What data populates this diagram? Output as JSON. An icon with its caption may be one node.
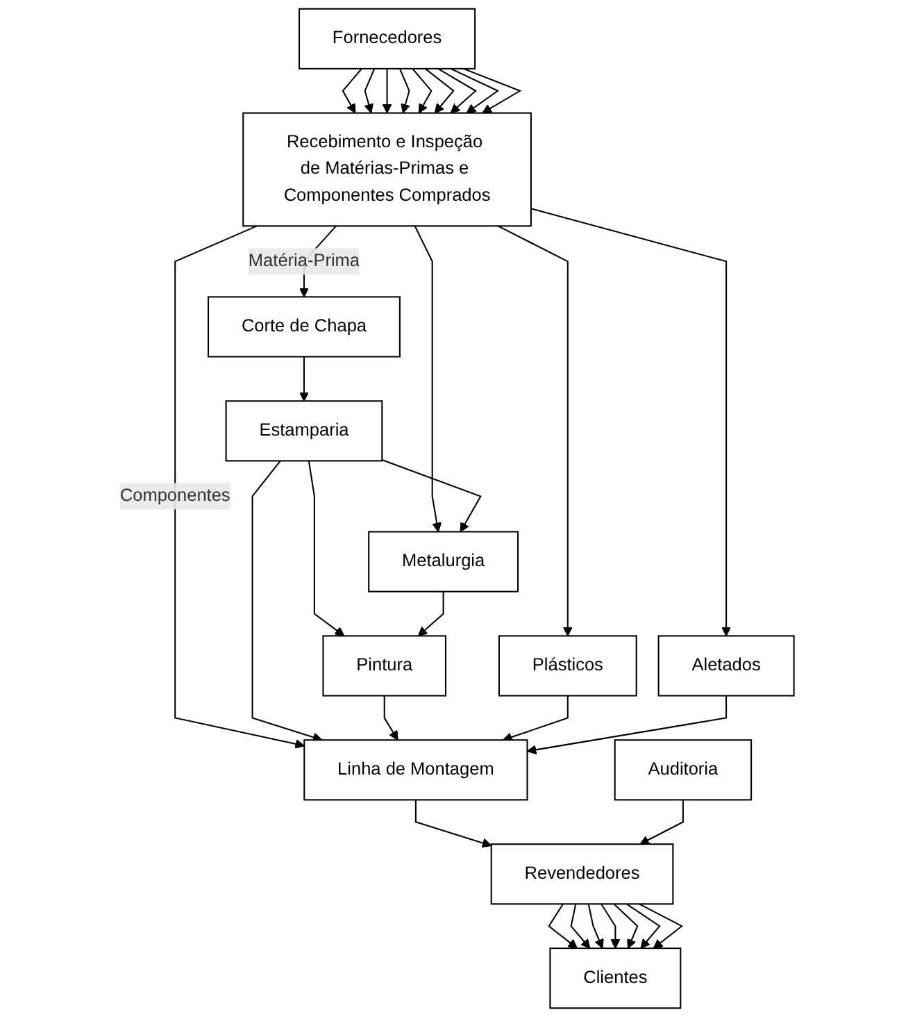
{
  "diagram": {
    "nodes": [
      {
        "text": [
          "Fornecedores"
        ]
      },
      {
        "text": [
          "Recebimento e Inspeção de Matérias-Primas e Componentes Comprados"
        ]
      },
      {
        "text": [
          "Corte de Chapa"
        ]
      },
      {
        "text": [
          "Estamparia"
        ]
      },
      {
        "text": [
          "Metalurgia"
        ]
      },
      {
        "text": [
          "Pintura"
        ]
      },
      {
        "text": [
          "Plásticos"
        ]
      },
      {
        "text": [
          "Aletados"
        ]
      },
      {
        "text": [
          "Linha de Montagem"
        ]
      },
      {
        "text": [
          "Auditoria"
        ]
      },
      {
        "text": [
          "Revendedores"
        ]
      },
      {
        "text": [
          "Clientes"
        ]
      }
    ],
    "edges": [
      {
        "from": 0,
        "to": 1,
        "arrow": "to"
      },
      {
        "from": 0,
        "to": 1,
        "arrow": "to"
      },
      {
        "from": 0,
        "to": 1,
        "arrow": "to"
      },
      {
        "from": 0,
        "to": 1,
        "arrow": "to"
      },
      {
        "from": 0,
        "to": 1,
        "arrow": "to"
      },
      {
        "from": 0,
        "to": 1,
        "arrow": "to"
      },
      {
        "from": 0,
        "to": 1,
        "arrow": "to"
      },
      {
        "from": 0,
        "to": 1,
        "arrow": "to"
      },
      {
        "from": 0,
        "to": 1,
        "arrow": "to"
      },
      {
        "from": 1,
        "to": 2,
        "arrow": "to",
        "label": "Matéria-Prima"
      },
      {
        "from": 1,
        "to": 4,
        "arrow": "to"
      },
      {
        "from": 1,
        "to": 6,
        "arrow": "to"
      },
      {
        "from": 1,
        "to": 7,
        "arrow": "to"
      },
      {
        "from": 1,
        "to": 8,
        "arrow": "to",
        "label": "Componentes"
      },
      {
        "from": 2,
        "to": 3,
        "arrow": "to"
      },
      {
        "from": 3,
        "to": 4,
        "arrow": "to"
      },
      {
        "from": 3,
        "to": 5,
        "arrow": "to"
      },
      {
        "from": 3,
        "to": 8,
        "arrow": "to"
      },
      {
        "from": 4,
        "to": 5,
        "arrow": "to"
      },
      {
        "from": 5,
        "to": 8,
        "arrow": "to"
      },
      {
        "from": 6,
        "to": 8,
        "arrow": "to"
      },
      {
        "from": 7,
        "to": 8,
        "arrow": "to"
      },
      {
        "from": 8,
        "to": 10,
        "arrow": "to"
      },
      {
        "from": 9,
        "to": 10,
        "arrow": "to"
      },
      {
        "from": 10,
        "to": 11,
        "arrow": "to"
      },
      {
        "from": 10,
        "to": 11,
        "arrow": "to"
      },
      {
        "from": 10,
        "to": 11,
        "arrow": "to"
      },
      {
        "from": 10,
        "to": 11,
        "arrow": "to"
      },
      {
        "from": 10,
        "to": 11,
        "arrow": "to"
      },
      {
        "from": 10,
        "to": 11,
        "arrow": "to"
      },
      {
        "from": 10,
        "to": 11,
        "arrow": "to"
      }
    ]
  }
}
